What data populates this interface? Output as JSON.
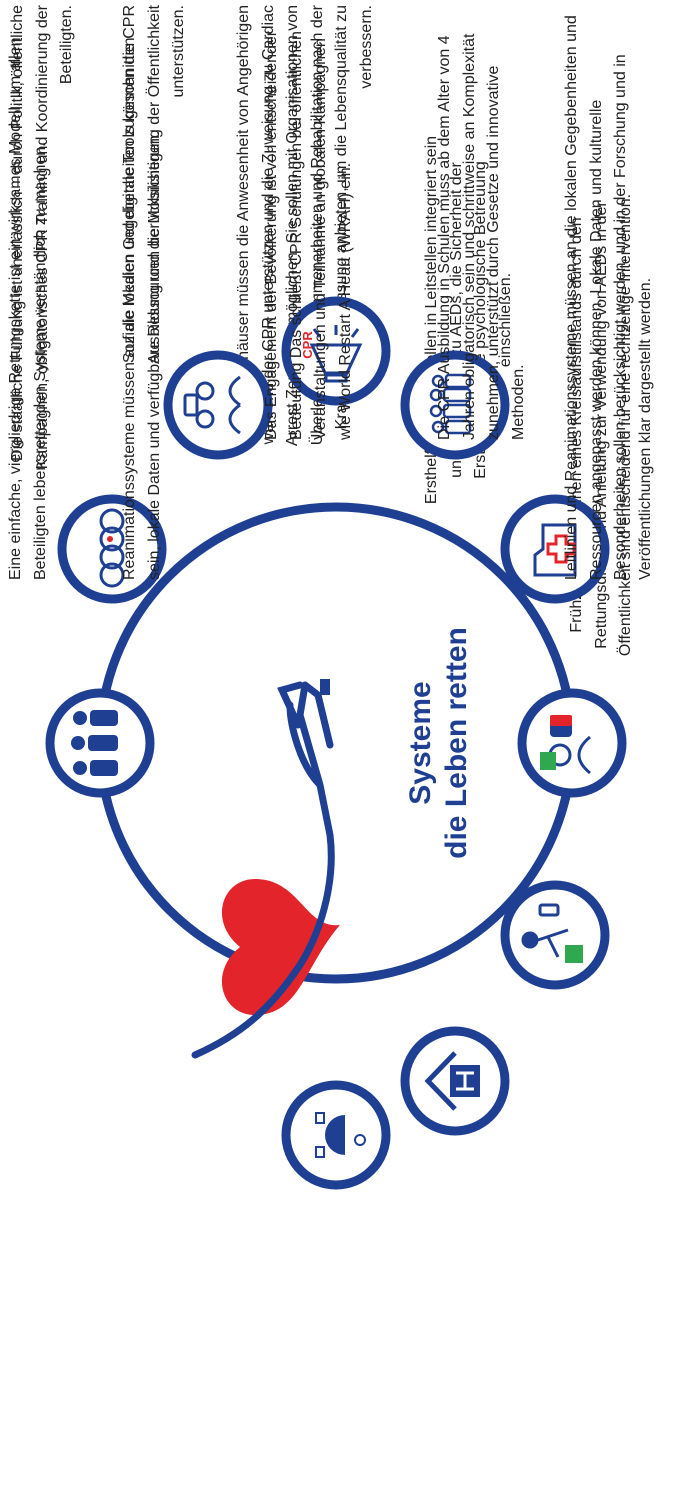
{
  "title": {
    "line1": "Systeme",
    "line2": "die Leben retten"
  },
  "colors": {
    "navy": "#1f3f93",
    "red": "#e3242b",
    "green": "#2fa84f",
    "text": "#222222"
  },
  "texts": {
    "government": "Die staatliche Führung ist unerlässlich – durch Politik, öffentliche Kampagnen, obligatorisches CPR Training und Koordinierung der Beteiligten.",
    "social_media": "Soziale Medien und digitale Tools können die CPR Ausbildung und die Mobilisierung der Öffentlichkeit unterstützen.",
    "hospitals": "Krankenhäuser müssen die Anwesenheit von Angehörigen während der CPR unterstützen und die Zuweisung zu Cardiac Arrest Zentren ermöglichen. Sie sollen mit Organisationen von Überlebenden zusammenarbeiten und Rehabilitation nach der Krankenhausentlassung anbieten, um die Lebensqualität zu verbessern.",
    "first_responders": "Ersthelfersysteme sollen in Leitstellen integriert sein und den Zugang zu AEDs, die Sicherheit der Ersthelfer und die psychologische Betreuung einschließen.",
    "early_recognition": "Frühzeitiges Erkennen eines Kreislaufstillstands durch den Rettungsdienst und Anleitung zur Verwendung von AEDs in der Öffentlichkeit sind entscheidend für eine rechtzeitige Intervention.",
    "model": "Eine einfache, viergliedrige Rettungskette ist ein wirksames Modell, um allen Beteiligten lebensrettenden Systeme verständlich zu machen.",
    "local_systems": "Reanimationssysteme müssen auf die lokalen Gegebenheiten zugeschnitten sein, lokale Daten und verfügbare Ressourcen berücksichtigen.",
    "public_engagement": "Das Engagement der Bevölkerung ist von entscheidender Bedeutung Das schließt CPR Schulungen bei öffentlichen Veranstaltungen und Teilnahme an globalen Kampagnen wie World Restart A Heart (WRAH) ein.",
    "schools": "Die CPR Ausbildung in Schulen muss ab dem Alter von 4 Jahren obligatorisch sein und schrittweise an Komplexität zunehmen, unterstützt durch Gesetze und innovative Methoden.",
    "guidelines": "Leitlinien und Reanimationssysteme müssen an die lokalen Gegebenheiten und Ressourcen angepasst werden können. Lokale Daten und kulturelle Besonderheiten sollen berücksichtigt werden, und in der Forschung und in Veröffentlichungen klar dargestellt werden."
  },
  "icons": {
    "badge": "CPR",
    "ring": [
      "government-people-icon",
      "chain-of-survival-icon",
      "stakeholders-icon",
      "cpr-megaphone-icon",
      "schoolchildren-icon",
      "guidelines-folder-icon",
      "dispatcher-aed-icon",
      "first-responder-aed-icon",
      "hospital-icon",
      "social-media-icon"
    ]
  }
}
